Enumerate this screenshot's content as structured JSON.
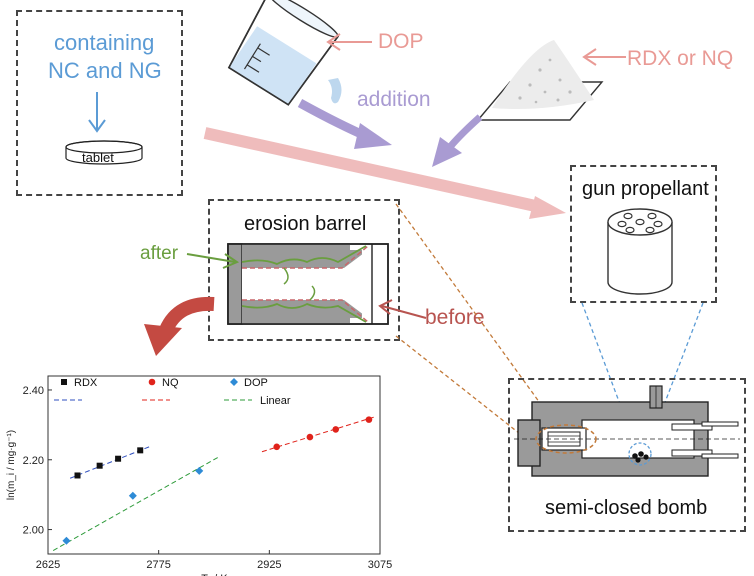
{
  "labels": {
    "containing": "containing",
    "nc_ng": "NC and NG",
    "tablet": "tablet",
    "dop": "DOP",
    "rdx_or_nq": "RDX or NQ",
    "addition": "addition",
    "gun_propellant": "gun propellant",
    "erosion_barrel": "erosion barrel",
    "after": "after",
    "before": "before",
    "semi_closed_bomb": "semi-closed bomb"
  },
  "colors": {
    "blue": "#5b9bd5",
    "pink": "#e99a95",
    "purple": "#a99bd2",
    "green": "#6a9e3f",
    "red": "#b85450",
    "orange": "#c27a3a",
    "gray": "#8c8c8c"
  },
  "chart_data": {
    "type": "scatter",
    "xlabel_base": "T",
    "xlabel_sub": "v",
    "xlabel_unit": " / K",
    "ylabel": "ln(m_i / mg·g⁻¹)",
    "xlim": [
      2625,
      3075
    ],
    "ylim": [
      1.93,
      2.44
    ],
    "xticks": [
      2625,
      2775,
      2925,
      3075
    ],
    "yticks": [
      2.0,
      2.2,
      2.4
    ],
    "legend_linear": "Linear",
    "series": [
      {
        "name": "RDX",
        "marker": "square",
        "color": "#111111",
        "line_color": "#2f4fbf",
        "x": [
          2665,
          2695,
          2720,
          2750
        ],
        "y": [
          2.155,
          2.183,
          2.203,
          2.227
        ],
        "fit_x": [
          2655,
          2762
        ],
        "fit_y": [
          2.147,
          2.237
        ]
      },
      {
        "name": "NQ",
        "marker": "circle",
        "color": "#e0231b",
        "line_color": "#e0231b",
        "x": [
          2935,
          2980,
          3015,
          3060
        ],
        "y": [
          2.237,
          2.265,
          2.287,
          2.315
        ],
        "fit_x": [
          2915,
          3068
        ],
        "fit_y": [
          2.223,
          2.323
        ]
      },
      {
        "name": "DOP",
        "marker": "diamond",
        "color": "#2e8bd6",
        "line_color": "#2e9b3a",
        "x": [
          2650,
          2740,
          2830
        ],
        "y": [
          1.968,
          2.097,
          2.168
        ],
        "fit_x": [
          2632,
          2858
        ],
        "fit_y": [
          1.94,
          2.21
        ]
      }
    ]
  }
}
